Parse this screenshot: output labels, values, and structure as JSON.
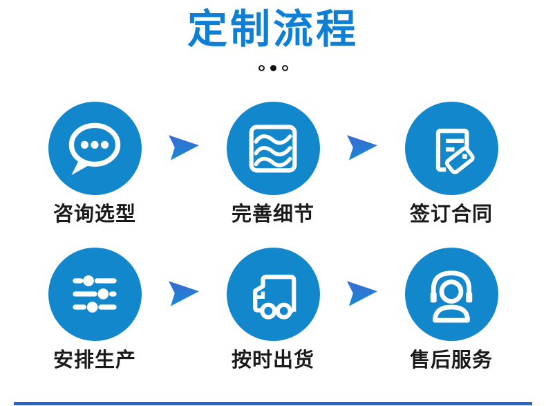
{
  "page": {
    "title": "定制流程"
  },
  "colors": {
    "title": "#0e7fd6",
    "circle": "#1287cb",
    "arrow_top": "#3a6bd2",
    "arrow_bottom": "#1689d3",
    "label": "#1a1a1a",
    "bottom_bar": "#2b63c7"
  },
  "carousel_dots": [
    {
      "active": false
    },
    {
      "active": true
    },
    {
      "active": false
    }
  ],
  "steps": [
    {
      "label": "咨询选型",
      "icon": "chat-bubble-icon"
    },
    {
      "label": "完善细节",
      "icon": "fabric-waves-icon"
    },
    {
      "label": "签订合同",
      "icon": "contract-tag-icon"
    },
    {
      "label": "安排生产",
      "icon": "sliders-icon"
    },
    {
      "label": "按时出货",
      "icon": "truck-icon"
    },
    {
      "label": "售后服务",
      "icon": "headset-support-icon"
    }
  ]
}
